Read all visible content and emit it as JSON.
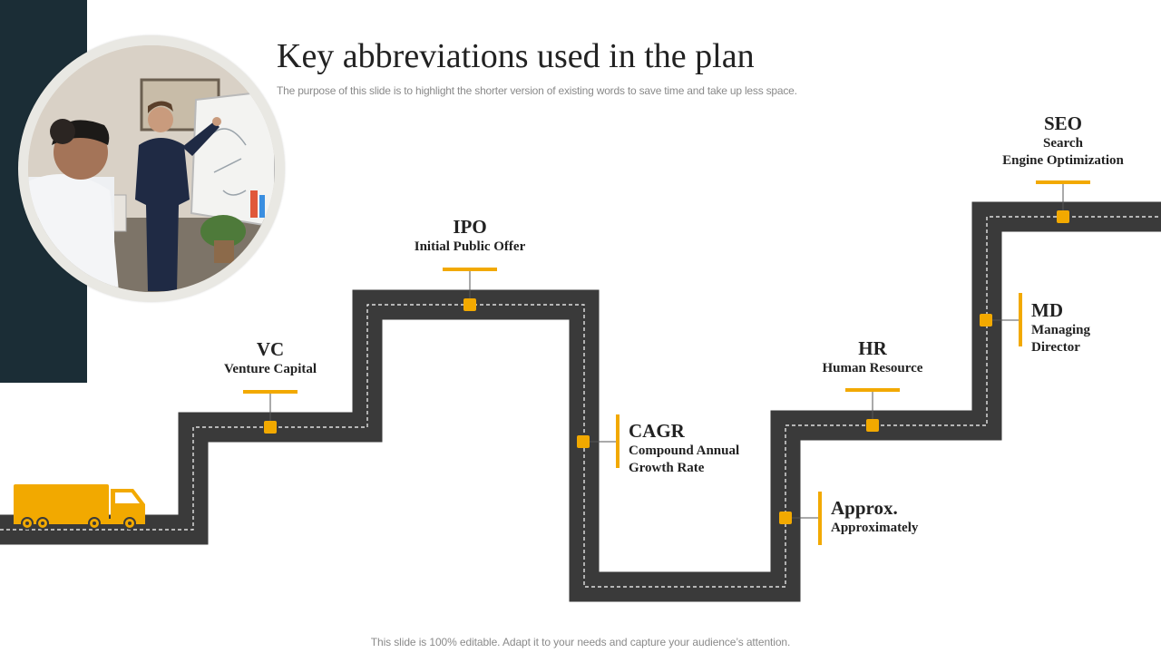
{
  "title": "Key abbreviations used in the plan",
  "subtitle": "The purpose of this slide is to highlight the shorter version of existing words to save time and take up less space.",
  "footer": "This slide is 100% editable. Adapt it to your needs and capture your audience’s attention.",
  "colors": {
    "road": "#3a3a3a",
    "accent": "#f2a900",
    "side_band": "#1b2d36",
    "text": "#222222",
    "muted": "#8a8a8a"
  },
  "abbreviations": [
    {
      "abbr": "VC",
      "full": "Venture Capital"
    },
    {
      "abbr": "IPO",
      "full": "Initial Public Offer"
    },
    {
      "abbr": "CAGR",
      "full_line1": "Compound Annual",
      "full_line2": "Growth Rate"
    },
    {
      "abbr": "Approx.",
      "full": "Approximately"
    },
    {
      "abbr": "HR",
      "full": "Human Resource"
    },
    {
      "abbr": "MD",
      "full_line1": "Managing",
      "full_line2": "Director"
    },
    {
      "abbr": "SEO",
      "full_line1": "Search",
      "full_line2": "Engine Optimization"
    }
  ],
  "icons": {
    "truck": "truck-icon",
    "photo": "team-meeting-photo"
  }
}
